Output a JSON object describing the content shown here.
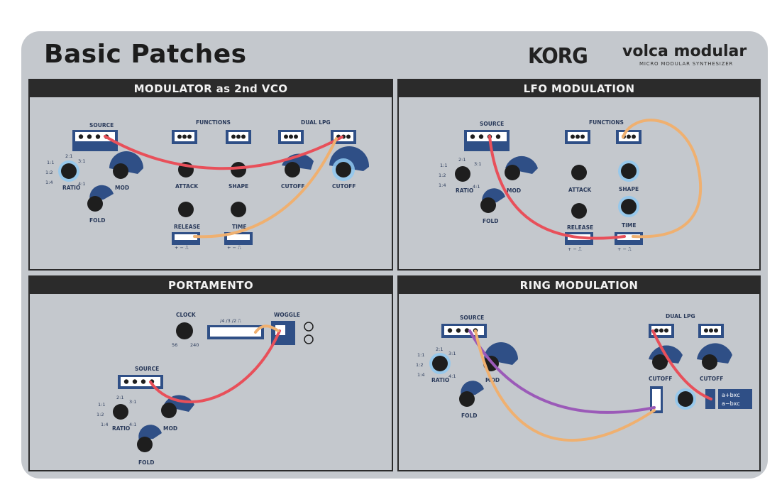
{
  "header": {
    "title": "Basic Patches",
    "brand": "KORG",
    "product": "volca modular",
    "product_subtitle": "MICRO MODULAR SYNTHESIZER"
  },
  "panels": [
    {
      "title": "MODULATOR as 2nd VCO",
      "labels": {
        "source": "SOURCE",
        "functions": "FUNCTIONS",
        "dual_lpg": "DUAL LPG",
        "ratio": "RATIO",
        "mod": "MOD",
        "fold": "FOLD",
        "attack": "ATTACK",
        "shape": "SHAPE",
        "cutoff_a": "CUTOFF",
        "cutoff_b": "CUTOFF",
        "release": "RELEASE",
        "time": "TIME",
        "r11": "1:1",
        "r21": "2:1",
        "r31": "3:1",
        "r12": "1:2",
        "r14": "1:4",
        "r41": "4:1",
        "pm": "+ − ⎍",
        "pm2": "+ − ⎍"
      }
    },
    {
      "title": "LFO MODULATION",
      "labels": {
        "source": "SOURCE",
        "functions": "FUNCTIONS",
        "ratio": "RATIO",
        "mod": "MOD",
        "fold": "FOLD",
        "attack": "ATTACK",
        "shape": "SHAPE",
        "release": "RELEASE",
        "time": "TIME",
        "r11": "1:1",
        "r21": "2:1",
        "r31": "3:1",
        "r12": "1:2",
        "r14": "1:4",
        "r41": "4:1",
        "pm": "+ − ⎍",
        "pm2": "+ − ⎍"
      }
    },
    {
      "title": "PORTAMENTO",
      "labels": {
        "clock": "CLOCK",
        "clock_min": "56",
        "clock_max": "240",
        "woggle": "WOGGLE",
        "seq": "/4 /3 /2 ⎍",
        "source": "SOURCE",
        "ratio": "RATIO",
        "mod": "MOD",
        "fold": "FOLD",
        "r11": "1:1",
        "r21": "2:1",
        "r31": "3:1",
        "r12": "1:2",
        "r14": "1:4",
        "r41": "4:1"
      }
    },
    {
      "title": "RING MODULATION",
      "labels": {
        "source": "SOURCE",
        "dual_lpg": "DUAL LPG",
        "ratio": "RATIO",
        "mod": "MOD",
        "fold": "FOLD",
        "cutoff_a": "CUTOFF",
        "cutoff_b": "CUTOFF",
        "sum": "a+bxc",
        "diff": "a−bxc",
        "r11": "1:1",
        "r21": "2:1",
        "r31": "3:1",
        "r12": "1:2",
        "r14": "1:4",
        "r41": "4:1"
      }
    }
  ],
  "colors": {
    "background": "#c4c8cd",
    "header_bar": "#2b2b2b",
    "module_blue": "#2f4f86",
    "knob": "#1e1e1e",
    "highlight_ring": "#8fc8f0",
    "cable_red": "#e8505a",
    "cable_orange": "#efb070",
    "cable_purple": "#9b5ab8"
  }
}
